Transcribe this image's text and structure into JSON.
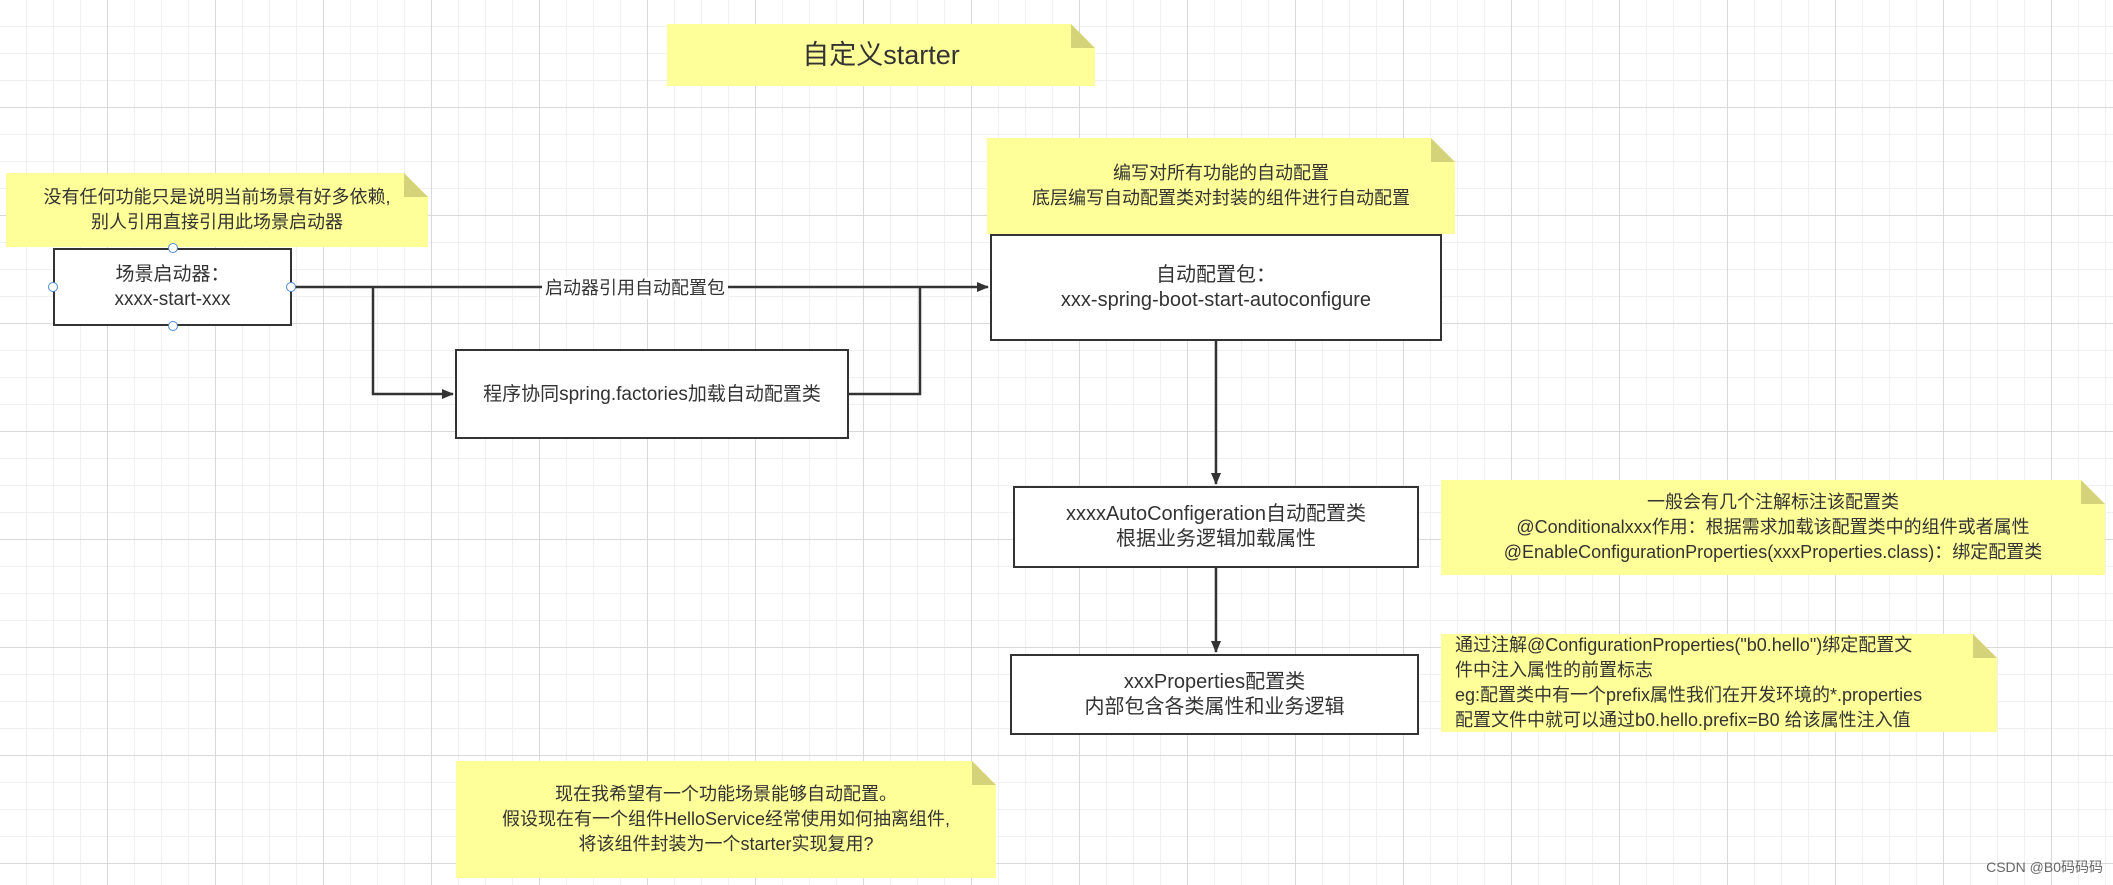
{
  "title": "自定义starter",
  "notes": {
    "scene_note": [
      "没有任何功能只是说明当前场景有好多依赖,",
      "别人引用直接引用此场景启动器"
    ],
    "autoconfig_note": [
      "编写对所有功能的自动配置",
      "底层编写自动配置类对封装的组件进行自动配置"
    ],
    "conditional_note": [
      "一般会有几个注解标注该配置类",
      "@Conditionalxxx作用：根据需求加载该配置类中的组件或者属性",
      "@EnableConfigurationProperties(xxxProperties.class)：绑定配置类"
    ],
    "properties_note": [
      "通过注解@ConfigurationProperties(\"b0.hello\")绑定配置文",
      "件中注入属性的前置标志",
      "eg:配置类中有一个prefix属性我们在开发环境的*.properties",
      "配置文件中就可以通过b0.hello.prefix=B0  给该属性注入值"
    ],
    "goal_note": [
      "现在我希望有一个功能场景能够自动配置。",
      "假设现在有一个组件HelloService经常使用如何抽离组件,",
      "将该组件封装为一个starter实现复用?"
    ]
  },
  "boxes": {
    "starter": [
      "场景启动器：",
      "xxxx-start-xxx"
    ],
    "spring_factories": [
      "程序协同spring.factories加载自动配置类"
    ],
    "autoconfigure": [
      "自动配置包：",
      "xxx-spring-boot-start-autoconfigure"
    ],
    "auto_configuration": [
      "xxxxAutoConfigeration自动配置类",
      "根据业务逻辑加载属性"
    ],
    "properties": [
      "xxxProperties配置类",
      "内部包含各类属性和业务逻辑"
    ]
  },
  "edge_labels": {
    "starter_to_autoconfigure": "启动器引用自动配置包"
  },
  "watermark": "CSDN @B0码码码",
  "colors": {
    "note_fill": "#ffff99",
    "note_fold": "#d4d37a",
    "stroke": "#333333",
    "handle": "#4a8cd6"
  }
}
